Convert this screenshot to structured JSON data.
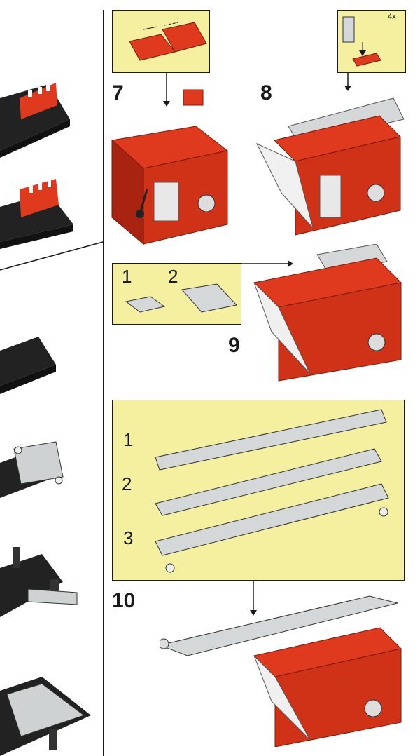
{
  "steps": {
    "s7": "7",
    "s8": "8",
    "s9": "9",
    "s10": "10"
  },
  "callouts": {
    "s8_quantity": "4x",
    "s9_part1": "1",
    "s9_part2": "2",
    "s10_part1": "1",
    "s10_part2": "2",
    "s10_part3": "3"
  },
  "colors": {
    "brick_red": "#e03a1e",
    "brick_red_dark": "#a82310",
    "black_brick": "#222222",
    "grey_brick": "#d5d8d8",
    "callout_bg": "#f4f0a0"
  }
}
